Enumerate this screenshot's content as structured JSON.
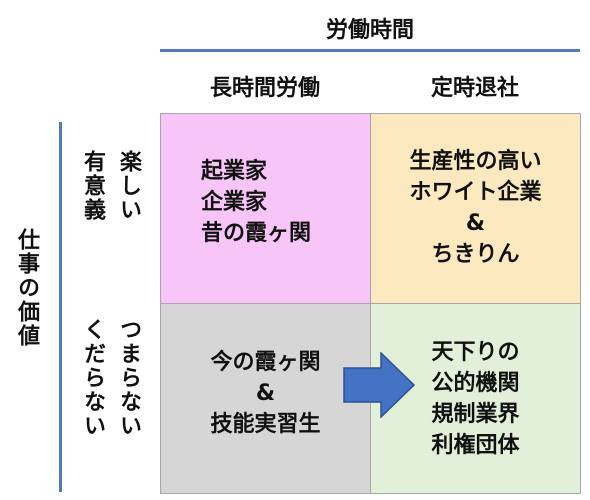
{
  "header": {
    "axis_title": "労働時間",
    "col1": "長時間労働",
    "col2": "定時退社"
  },
  "side": {
    "axis_title": "仕事の価値",
    "top_row_a": "楽しい",
    "top_row_b": "有意義",
    "bottom_row_a": "つまらない",
    "bottom_row_b": "くだらない"
  },
  "cells": {
    "top_left": [
      "起業家",
      "企業家",
      "昔の霞ヶ関"
    ],
    "top_right": [
      "生産性の高い",
      "ホワイト企業",
      "&",
      "ちきりん"
    ],
    "bottom_left": [
      "今の霞ヶ関",
      "&",
      "技能実習生"
    ],
    "bottom_right": [
      "天下りの",
      "公的機関",
      "規制業界",
      "利権団体"
    ]
  },
  "colors": {
    "axis_line": "#4e7bb8",
    "top_left": "#f7c5f7",
    "top_right": "#fde9c0",
    "bottom_left": "#d6d6d6",
    "bottom_right": "#e2efd9",
    "arrow": "#4472c4"
  }
}
